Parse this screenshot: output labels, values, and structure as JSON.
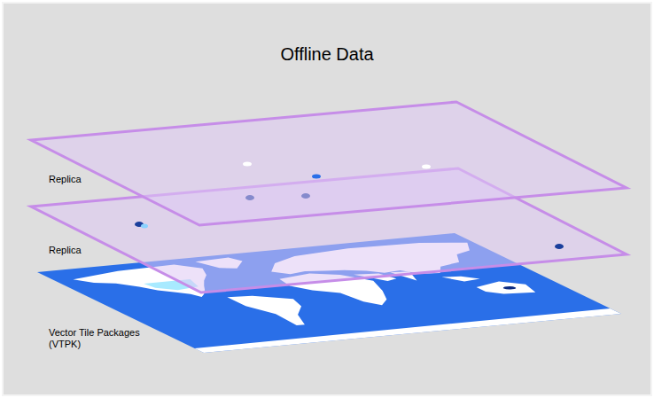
{
  "diagram": {
    "title": "Offline Data",
    "labels": [
      "Replica",
      "Replica",
      "Vector Tile Packages (VTPK)"
    ]
  }
}
